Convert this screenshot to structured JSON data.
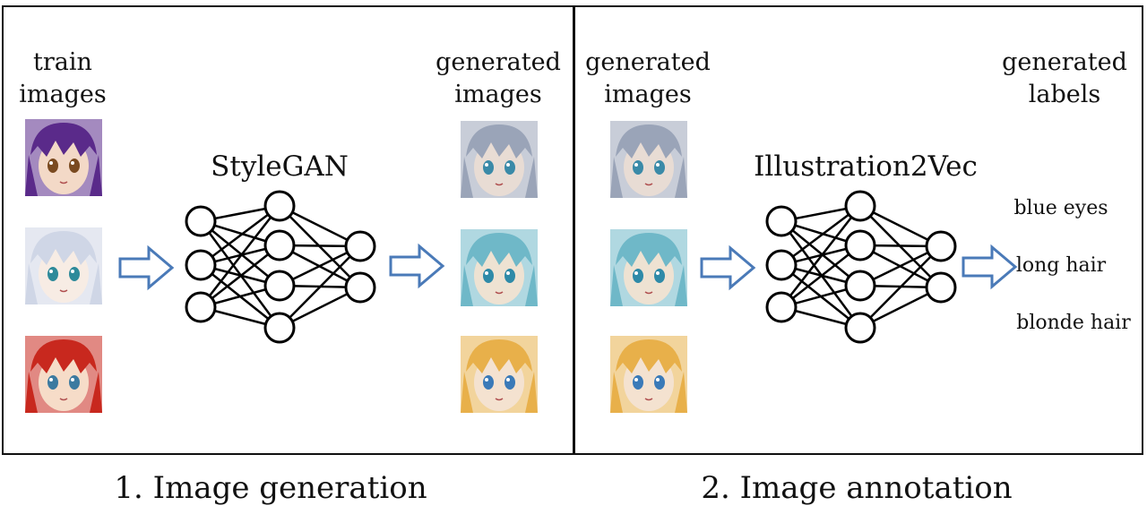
{
  "panel_left": {
    "input_label": [
      "train",
      "images"
    ],
    "model_name": "StyleGAN",
    "output_label": [
      "generated",
      "images"
    ],
    "caption": "1. Image generation"
  },
  "panel_right": {
    "input_label": [
      "generated",
      "images"
    ],
    "model_name": "Illustration2Vec",
    "output_label": [
      "generated",
      "labels"
    ],
    "labels": [
      "blue eyes",
      "long hair",
      "blonde hair"
    ],
    "caption": "2. Image annotation"
  },
  "colors": {
    "arrow": "#4a7ab8",
    "hair_purple": "#5a2a8a",
    "hair_silver": "#cfd6e6",
    "hair_red": "#c8281e",
    "hair_grey": "#9aa4b8",
    "hair_teal": "#6fb8c8",
    "hair_blonde": "#e8b04a"
  }
}
